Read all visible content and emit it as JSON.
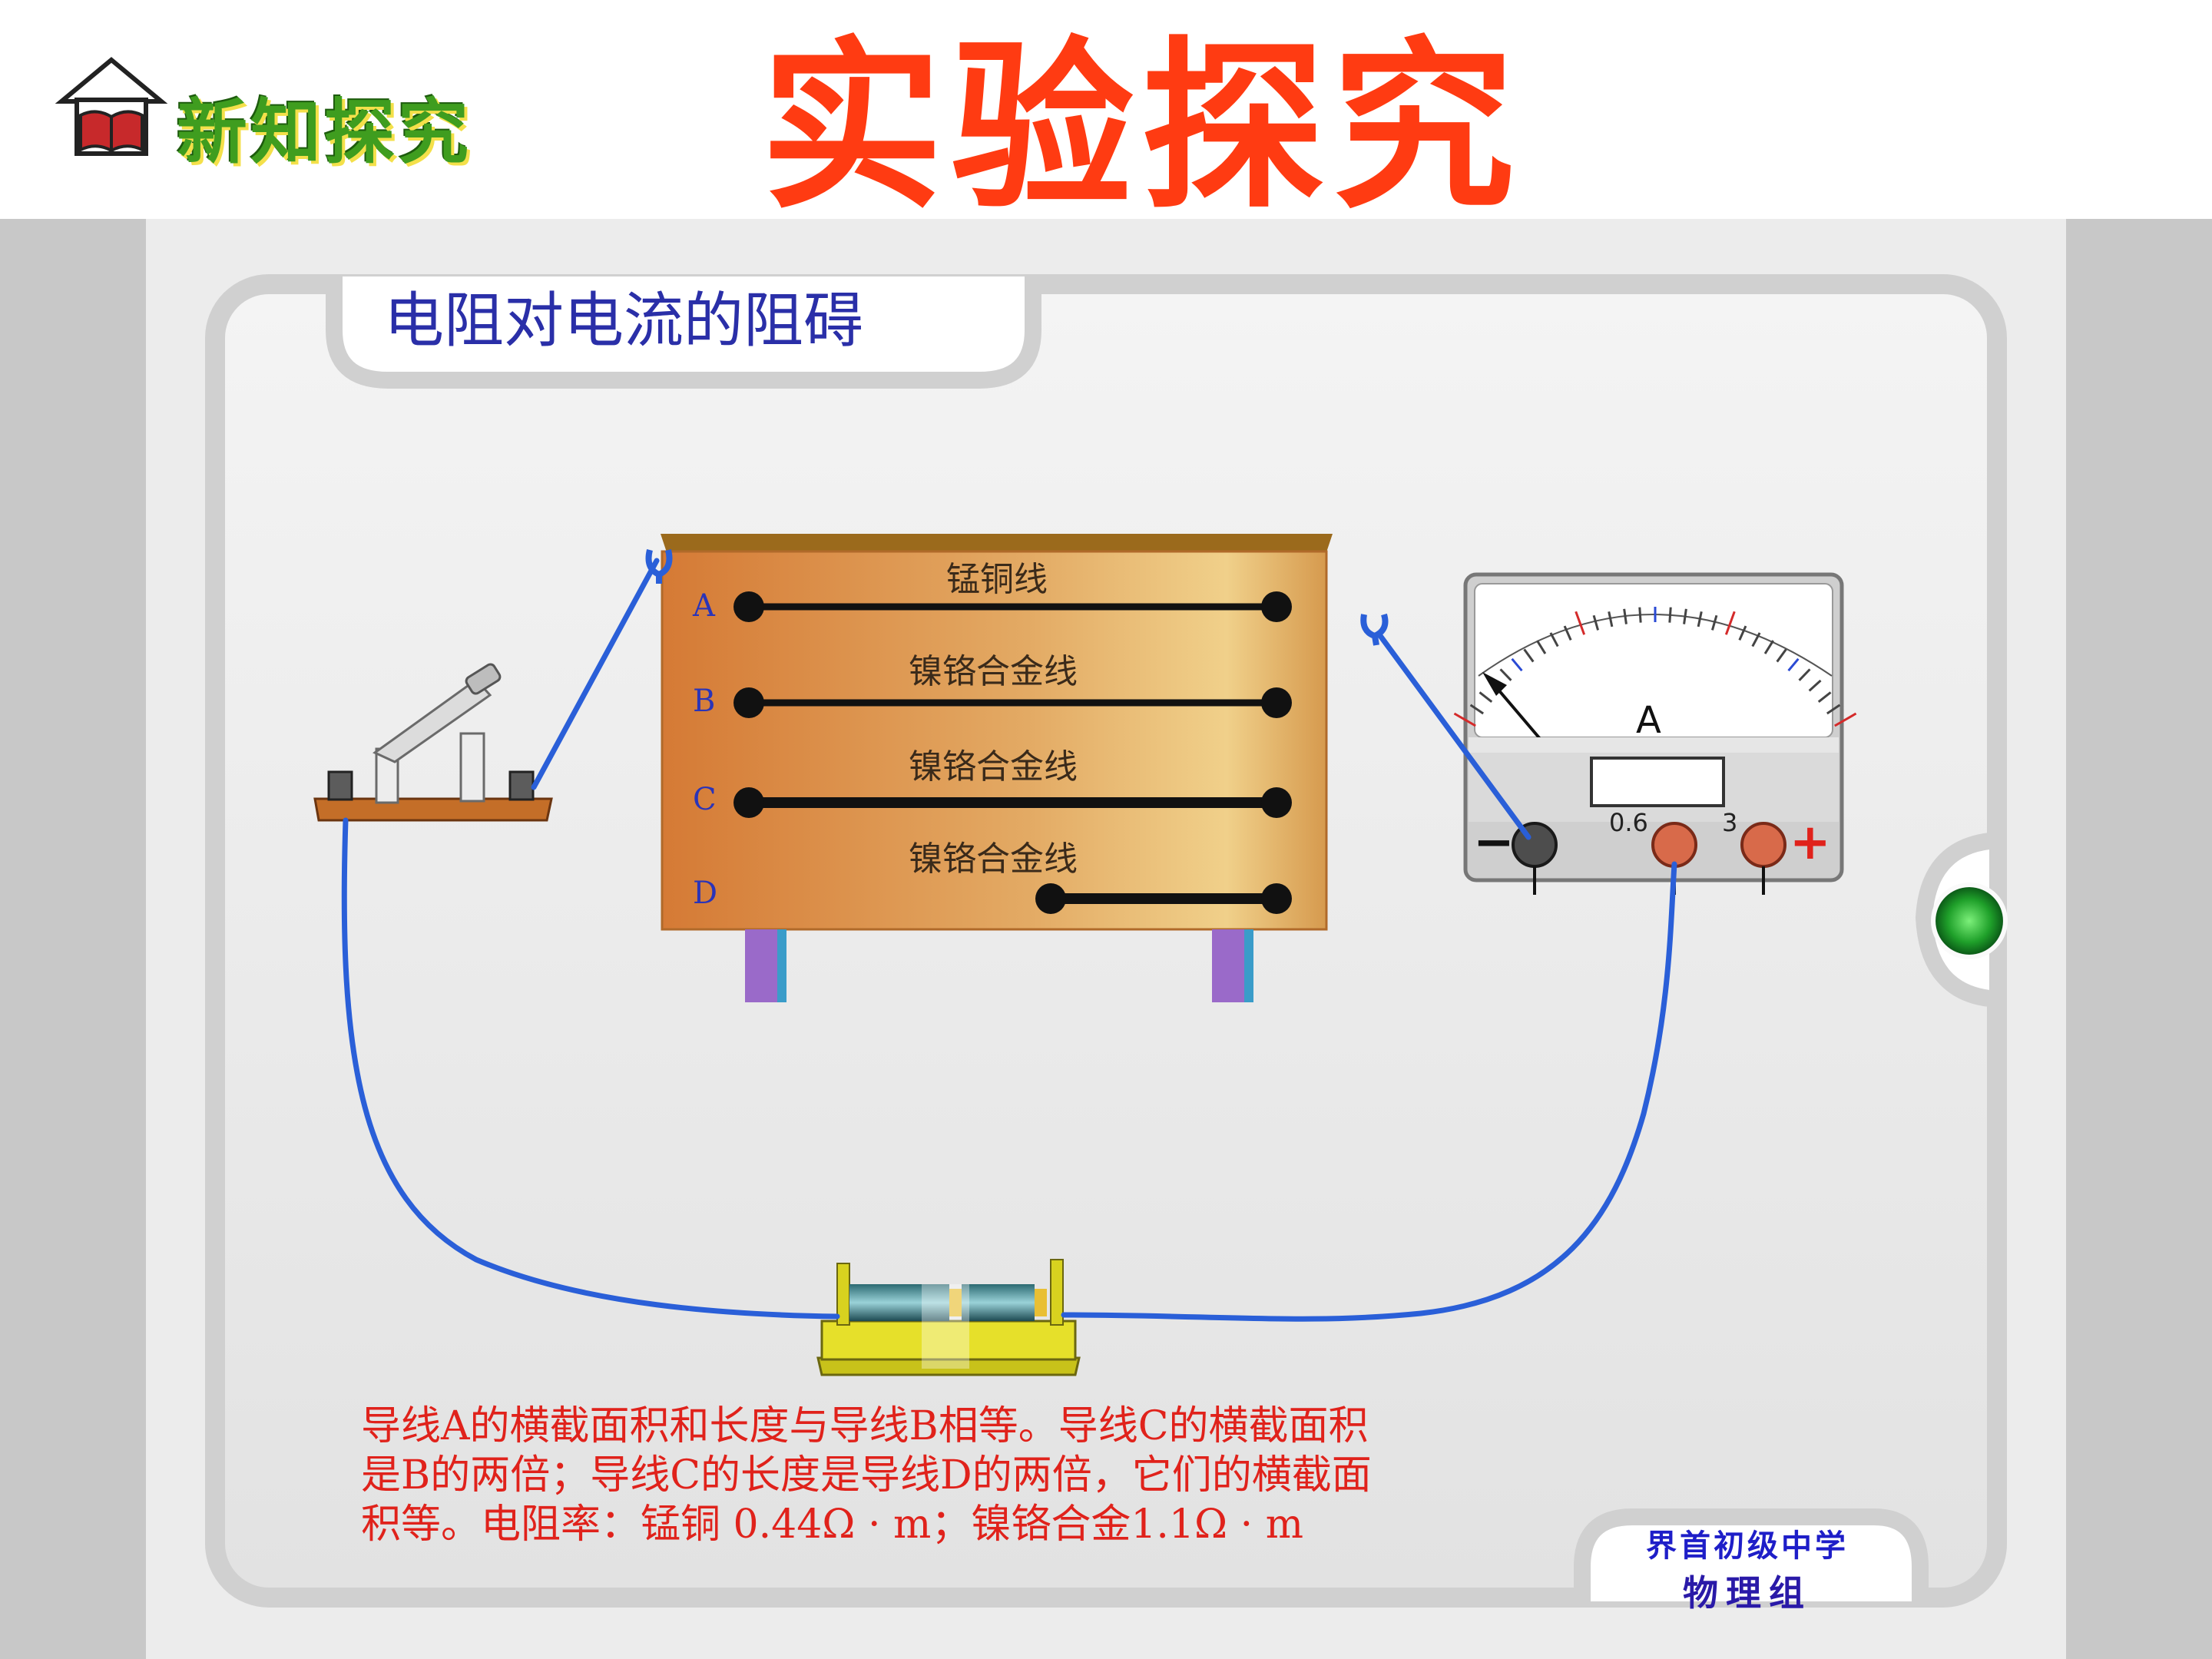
{
  "header": {
    "badge_label": "新知探究",
    "title": "实验探究"
  },
  "panel": {
    "title": "电阻对电流的阻碍"
  },
  "board": {
    "wire_labels": [
      "锰铜线",
      "镍铬合金线",
      "镍铬合金线",
      "镍铬合金线"
    ],
    "row_letters": [
      "A",
      "B",
      "C",
      "D"
    ]
  },
  "ammeter": {
    "unit_label": "A",
    "terminal_labels": [
      "0.6",
      "3"
    ],
    "minus_sign": "−",
    "plus_sign": "+",
    "reading_display": ""
  },
  "description": {
    "lines": [
      "  导线A的横截面积和长度与导线B相等。导线C的横截面积",
      "是B的两倍；导线C的长度是导线D的两倍，它们的横截面",
      "积等。电阻率：锰铜   0.44Ω · m；镍铬合金1.1Ω · m"
    ]
  },
  "school": {
    "line1": "界首初级中学",
    "line2": "物理组"
  },
  "colors": {
    "title_red": "#ff3b12",
    "panel_title_blue": "#2a2fa8",
    "wire_blue": "#2a5fd8",
    "board_orange": "#d9843c",
    "description_red": "#e0221b",
    "indicator_green": "#1fa02a"
  },
  "icons": [
    "book-house-icon",
    "knife-switch-icon",
    "ammeter-icon",
    "battery-icon",
    "alligator-clip-icon",
    "indicator-light-icon"
  ]
}
